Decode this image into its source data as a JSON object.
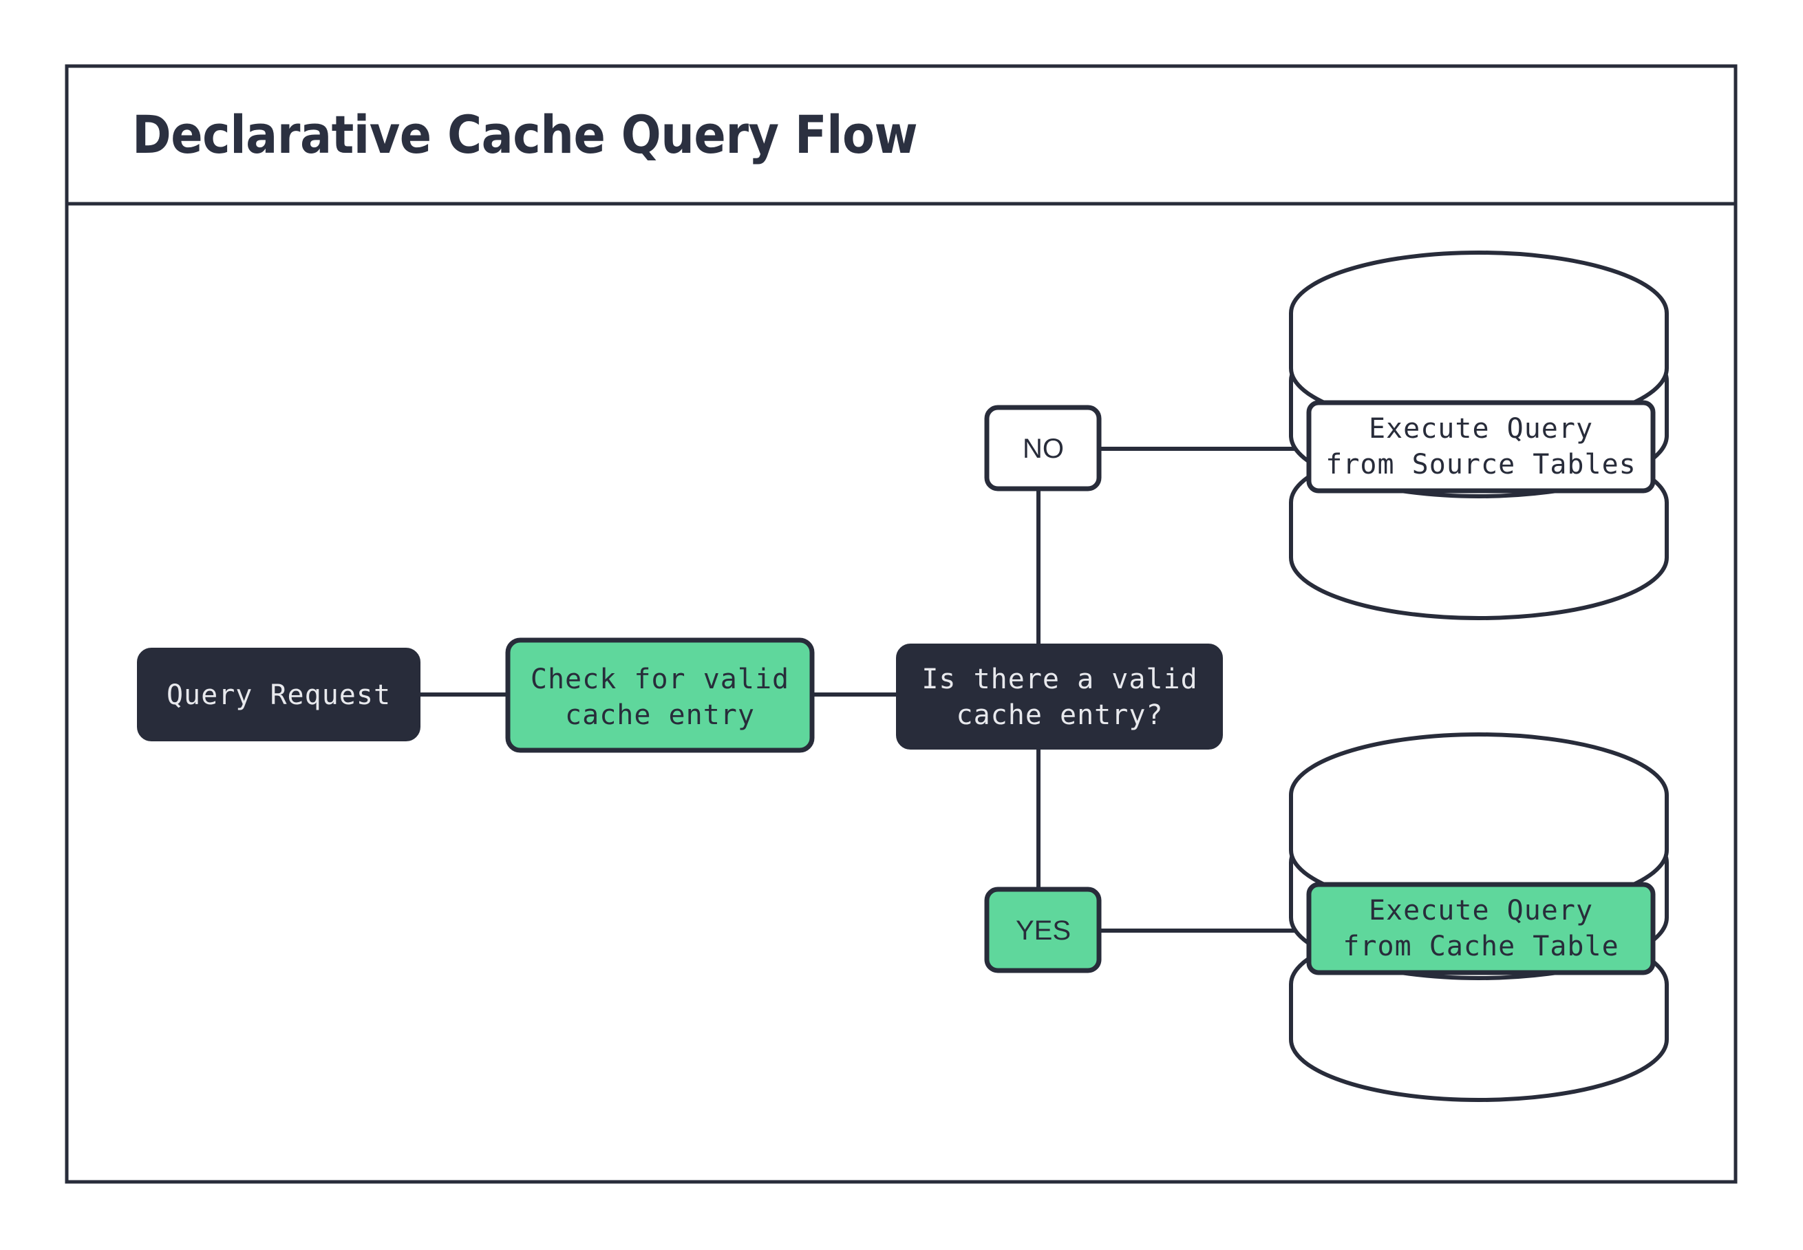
{
  "page": {
    "title": "Declarative Cache Query Flow",
    "background": "#ffffff"
  },
  "colors": {
    "ink": "#282C3A",
    "green": "#5FD79C",
    "light_text": "#E8E9ED",
    "white": "#ffffff"
  },
  "diagram": {
    "type": "flowchart",
    "nodes": [
      {
        "id": "query-request",
        "label": "Query Request",
        "shape": "rounded-rect",
        "fill": "#282C3A",
        "text_color": "#E8E9ED"
      },
      {
        "id": "check-cache",
        "label_line1": "Check for valid",
        "label_line2": "cache entry",
        "shape": "rounded-rect",
        "fill": "#5FD79C",
        "text_color": "#282C3A"
      },
      {
        "id": "decision",
        "label_line1": "Is there a valid",
        "label_line2": "cache entry?",
        "shape": "rounded-rect",
        "fill": "#282C3A",
        "text_color": "#E8E9ED"
      },
      {
        "id": "branch-no",
        "label": "NO",
        "shape": "rounded-rect",
        "fill": "#ffffff",
        "text_color": "#282C3A"
      },
      {
        "id": "branch-yes",
        "label": "YES",
        "shape": "rounded-rect",
        "fill": "#5FD79C",
        "text_color": "#282C3A"
      },
      {
        "id": "source-tables-db",
        "label_line1": "Execute Query",
        "label_line2": "from Source Tables",
        "shape": "database-cylinder",
        "fill": "#ffffff",
        "text_color": "#282C3A"
      },
      {
        "id": "cache-table-db",
        "label_line1": "Execute Query",
        "label_line2": "from Cache Table",
        "shape": "database-cylinder",
        "fill": "#5FD79C",
        "text_color": "#282C3A"
      }
    ],
    "edges": [
      {
        "from": "query-request",
        "to": "check-cache",
        "label": ""
      },
      {
        "from": "check-cache",
        "to": "decision",
        "label": ""
      },
      {
        "from": "decision",
        "to": "branch-no",
        "label": "NO"
      },
      {
        "from": "branch-no",
        "to": "source-tables-db",
        "label": ""
      },
      {
        "from": "decision",
        "to": "branch-yes",
        "label": "YES"
      },
      {
        "from": "branch-yes",
        "to": "cache-table-db",
        "label": ""
      }
    ]
  }
}
